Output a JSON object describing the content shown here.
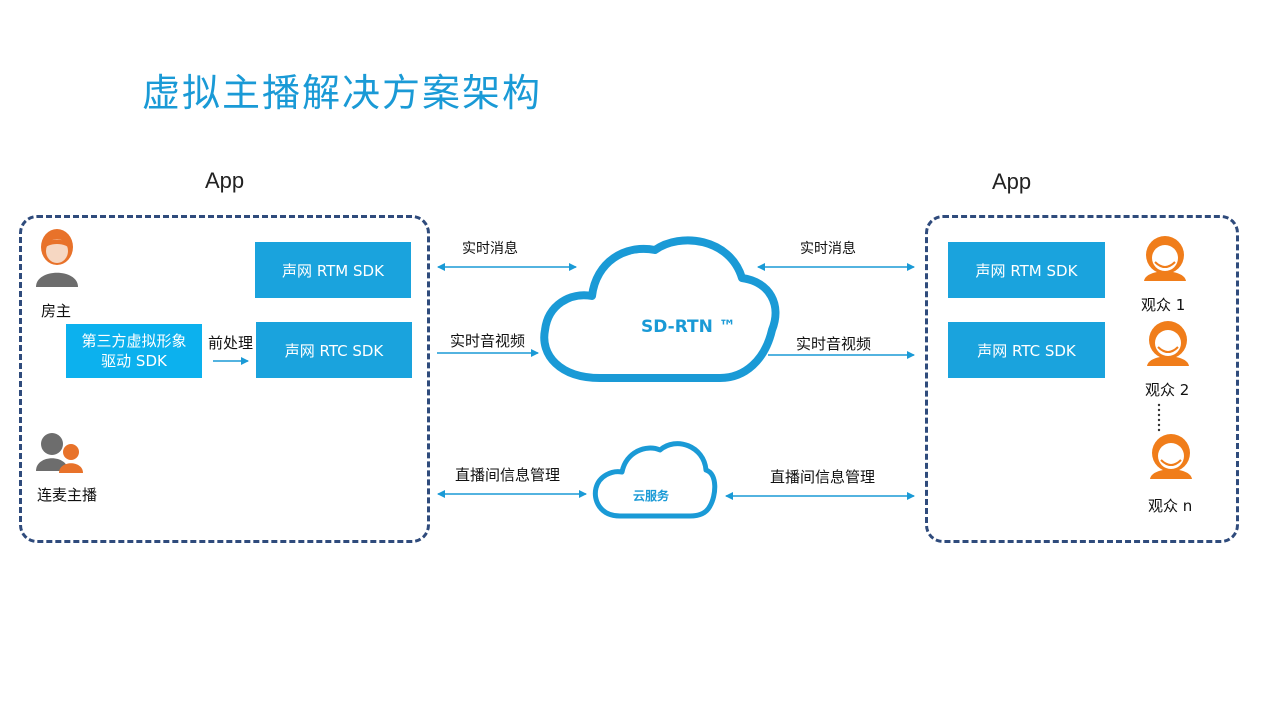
{
  "title": "虚拟主播解决方案架构",
  "left_app": {
    "label": "App",
    "host_label": "房主",
    "cohost_label": "连麦主播",
    "third_party_sdk": [
      "第三方虚拟形象",
      "驱动 SDK"
    ],
    "preprocess_label": "前处理",
    "rtm_sdk": "声网 RTM SDK",
    "rtc_sdk": "声网 RTC SDK"
  },
  "right_app": {
    "label": "App",
    "rtm_sdk": "声网 RTM SDK",
    "rtc_sdk": "声网 RTC SDK",
    "audience": [
      "观众 1",
      "观众 2",
      "观众 n"
    ]
  },
  "connections": {
    "left_messaging": "实时消息",
    "left_av": "实时音视频",
    "left_room_mgmt": "直播间信息管理",
    "right_messaging": "实时消息",
    "right_av": "实时音视频",
    "right_room_mgmt": "直播间信息管理"
  },
  "clouds": {
    "main": "SD-RTN ™",
    "service": "云服务"
  },
  "colors": {
    "accent": "#1a9ad6",
    "sdk_box": "#1aa3dd",
    "panel_border": "#2f4b7c",
    "audience_orange": "#f07d1a",
    "host_gray": "#6d6d6d"
  }
}
